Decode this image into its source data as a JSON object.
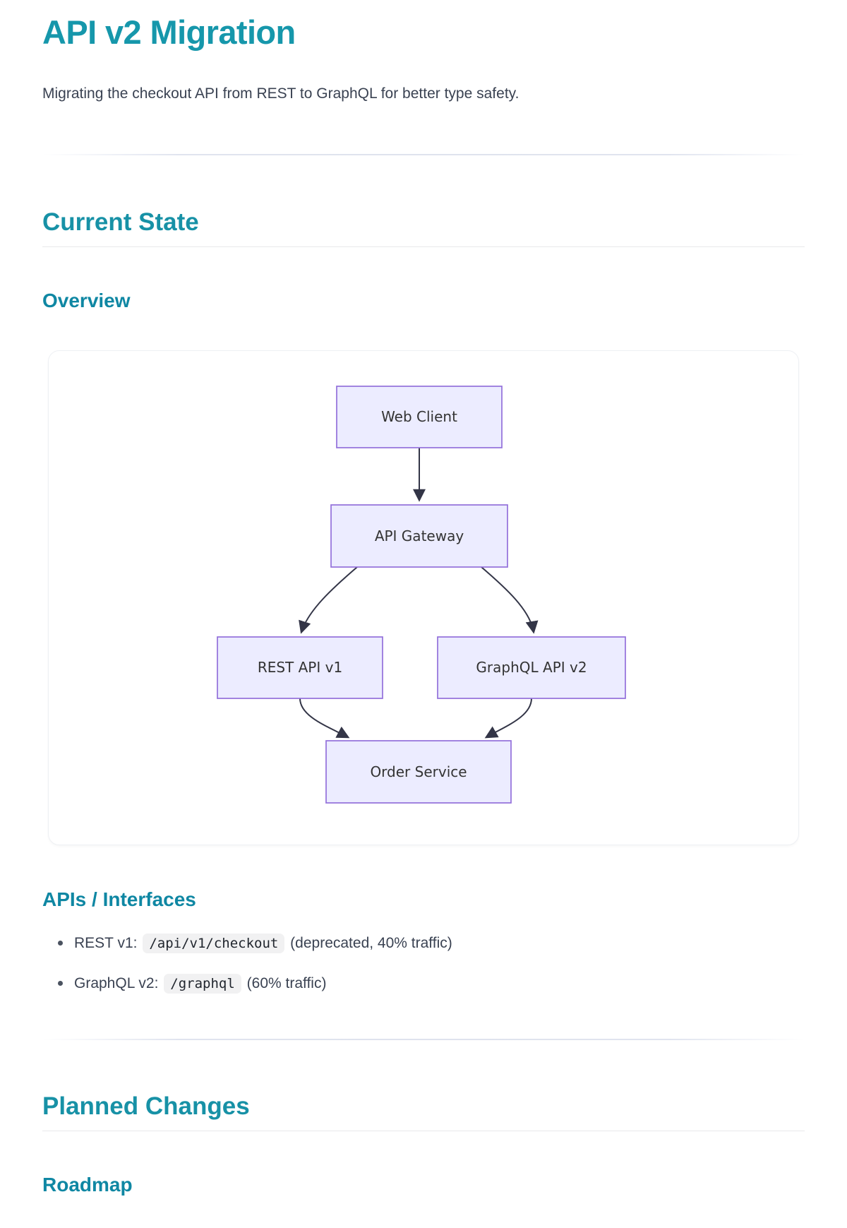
{
  "page": {
    "title": "API v2 Migration",
    "subtitle": "Migrating the checkout API from REST to GraphQL for better type safety."
  },
  "sections": {
    "current_state": {
      "heading": "Current State"
    },
    "overview": {
      "heading": "Overview"
    },
    "apis_interfaces": {
      "heading": "APIs / Interfaces",
      "items": [
        {
          "prefix": "REST v1: ",
          "code": "/api/v1/checkout",
          "suffix": " (deprecated, 40% traffic)"
        },
        {
          "prefix": "GraphQL v2: ",
          "code": "/graphql",
          "suffix": " (60% traffic)"
        }
      ]
    },
    "planned_changes": {
      "heading": "Planned Changes"
    },
    "roadmap": {
      "heading": "Roadmap"
    }
  },
  "diagram": {
    "type": "flowchart",
    "direction": "top-down",
    "nodes": [
      {
        "id": "web_client",
        "label": "Web Client"
      },
      {
        "id": "api_gateway",
        "label": "API Gateway"
      },
      {
        "id": "rest_v1",
        "label": "REST API v1"
      },
      {
        "id": "graphql_v2",
        "label": "GraphQL API v2"
      },
      {
        "id": "order_service",
        "label": "Order Service"
      }
    ],
    "edges": [
      {
        "from": "web_client",
        "to": "api_gateway"
      },
      {
        "from": "api_gateway",
        "to": "rest_v1"
      },
      {
        "from": "api_gateway",
        "to": "graphql_v2"
      },
      {
        "from": "rest_v1",
        "to": "order_service"
      },
      {
        "from": "graphql_v2",
        "to": "order_service"
      }
    ],
    "colors": {
      "node_fill": "#ECECFF",
      "node_border": "#9370DB",
      "edge": "#333547",
      "label": "#333333"
    }
  },
  "colors": {
    "accent_teal_title": "#1697ab",
    "accent_teal_heading": "#1791a6",
    "accent_teal_subheading": "#0f87a3",
    "body_text": "#3a4252",
    "divider": "#dfe3ee",
    "heading_underline": "#e8e9eb",
    "code_background": "#f1f1f2",
    "card_border": "#eef0f4"
  }
}
